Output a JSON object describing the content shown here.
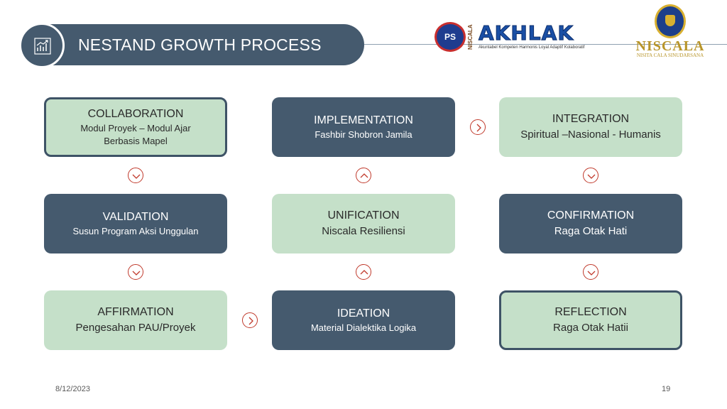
{
  "header": {
    "title": "NESTAND GROWTH PROCESS",
    "icon": "growth-chart-icon"
  },
  "logos": {
    "ps_text": "PS",
    "vertical_text": "NISCALA",
    "akhlak": "AKHLAK",
    "akhlak_tagline": "Akuntabel Kompeten Harmonis Loyal Adaptif Kolaboratif",
    "niscala": "NISCALA",
    "niscala_tagline": "NISITA CALA SINUDARSANA"
  },
  "boxes": {
    "collaboration": {
      "name": "COLLABORATION",
      "desc_line1": "Modul Proyek – Modul Ajar",
      "desc_line2": "Berbasis Mapel"
    },
    "implementation": {
      "name": "IMPLEMENTATION",
      "desc": "Fashbir Shobron Jamila"
    },
    "integration": {
      "name": "INTEGRATION",
      "desc": "Spiritual –Nasional - Humanis"
    },
    "validation": {
      "name": "VALIDATION",
      "desc": "Susun Program Aksi Unggulan"
    },
    "unification": {
      "name": "UNIFICATION",
      "desc": "Niscala Resiliensi"
    },
    "confirmation": {
      "name": "CONFIRMATION",
      "desc": "Raga Otak Hati"
    },
    "affirmation": {
      "name": "AFFIRMATION",
      "desc": "Pengesahan PAU/Proyek"
    },
    "ideation": {
      "name": "IDEATION",
      "desc": "Material Dialektika Logika"
    },
    "reflection": {
      "name": "REFLECTION",
      "desc": "Raga Otak Hatii"
    }
  },
  "colors": {
    "dark": "#455a6e",
    "light": "#c5e0c9",
    "arrow": "#c0392b"
  },
  "footer": {
    "date": "8/12/2023",
    "page": "19"
  }
}
